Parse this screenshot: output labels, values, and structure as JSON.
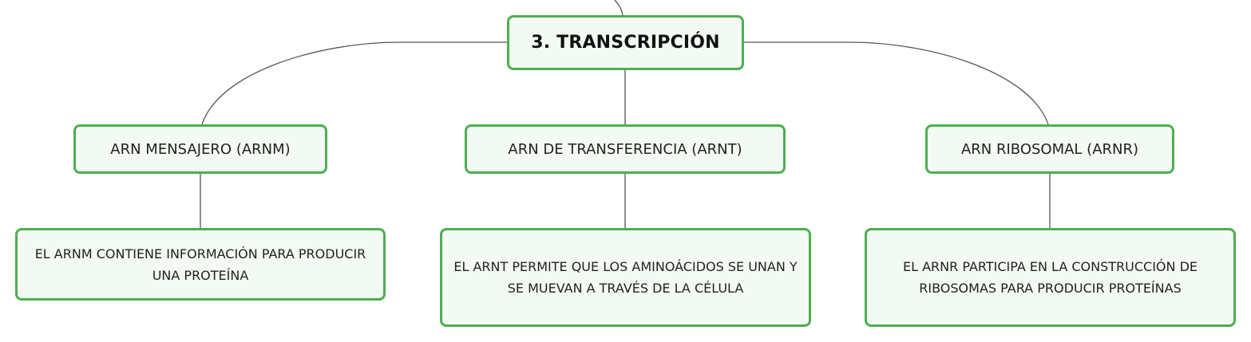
{
  "diagram": {
    "root": {
      "label": "3. TRANSCRIPCIÓN"
    },
    "branches": [
      {
        "label": "ARN MENSAJERO (ARNM)",
        "description": "EL ARNM CONTIENE INFORMACIÓN PARA PRODUCIR UNA PROTEÍNA"
      },
      {
        "label": "ARN DE TRANSFERENCIA (ARNT)",
        "description": "EL ARNT PERMITE QUE LOS AMINOÁCIDOS SE UNAN Y SE MUEVAN A TRAVÉS DE LA CÉLULA"
      },
      {
        "label": "ARN RIBOSOMAL (ARNR)",
        "description": "EL ARNR PARTICIPA EN LA CONSTRUCCIÓN DE RIBOSOMAS PARA PRODUCIR PROTEÍNAS"
      }
    ]
  },
  "colors": {
    "node_border": "#4caf50",
    "node_fill": "#f2faf3",
    "connector": "#555555"
  }
}
